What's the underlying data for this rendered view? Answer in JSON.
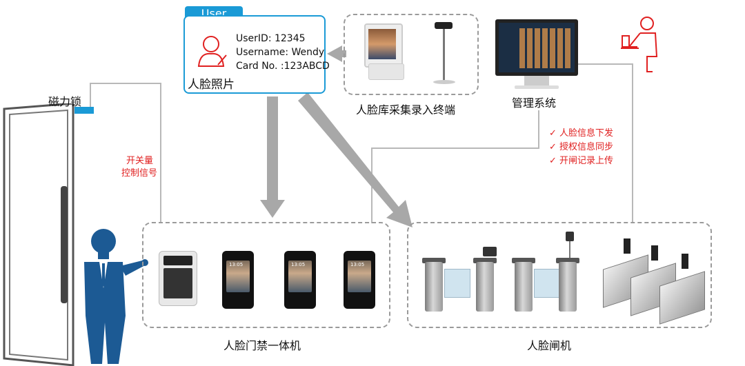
{
  "user_card": {
    "tab": "User",
    "user_id": "UserID: 12345",
    "username": "Username: Wendy",
    "card_no": "Card No. :123ABCD",
    "photo_label": "人脸照片"
  },
  "labels": {
    "magnetic_lock": "磁力锁",
    "switch_signal_line1": "开关量",
    "switch_signal_line2": "控制信号",
    "enrollment_terminal": "人脸库采集录入终端",
    "management_system": "管理系统",
    "access_terminal": "人脸门禁一体机",
    "face_gate": "人脸闸机"
  },
  "features": [
    "人脸信息下发",
    "授权信息同步",
    "开闸记录上传"
  ],
  "terminal_time": "13:05",
  "icons": [
    "user-photo-icon",
    "operator-icon",
    "check-icon",
    "person-icon",
    "door-icon"
  ],
  "colors": {
    "accent": "#1a9ad6",
    "red": "#e02020",
    "arrow": "#a8a8a8",
    "suit": "#1c5a94"
  }
}
